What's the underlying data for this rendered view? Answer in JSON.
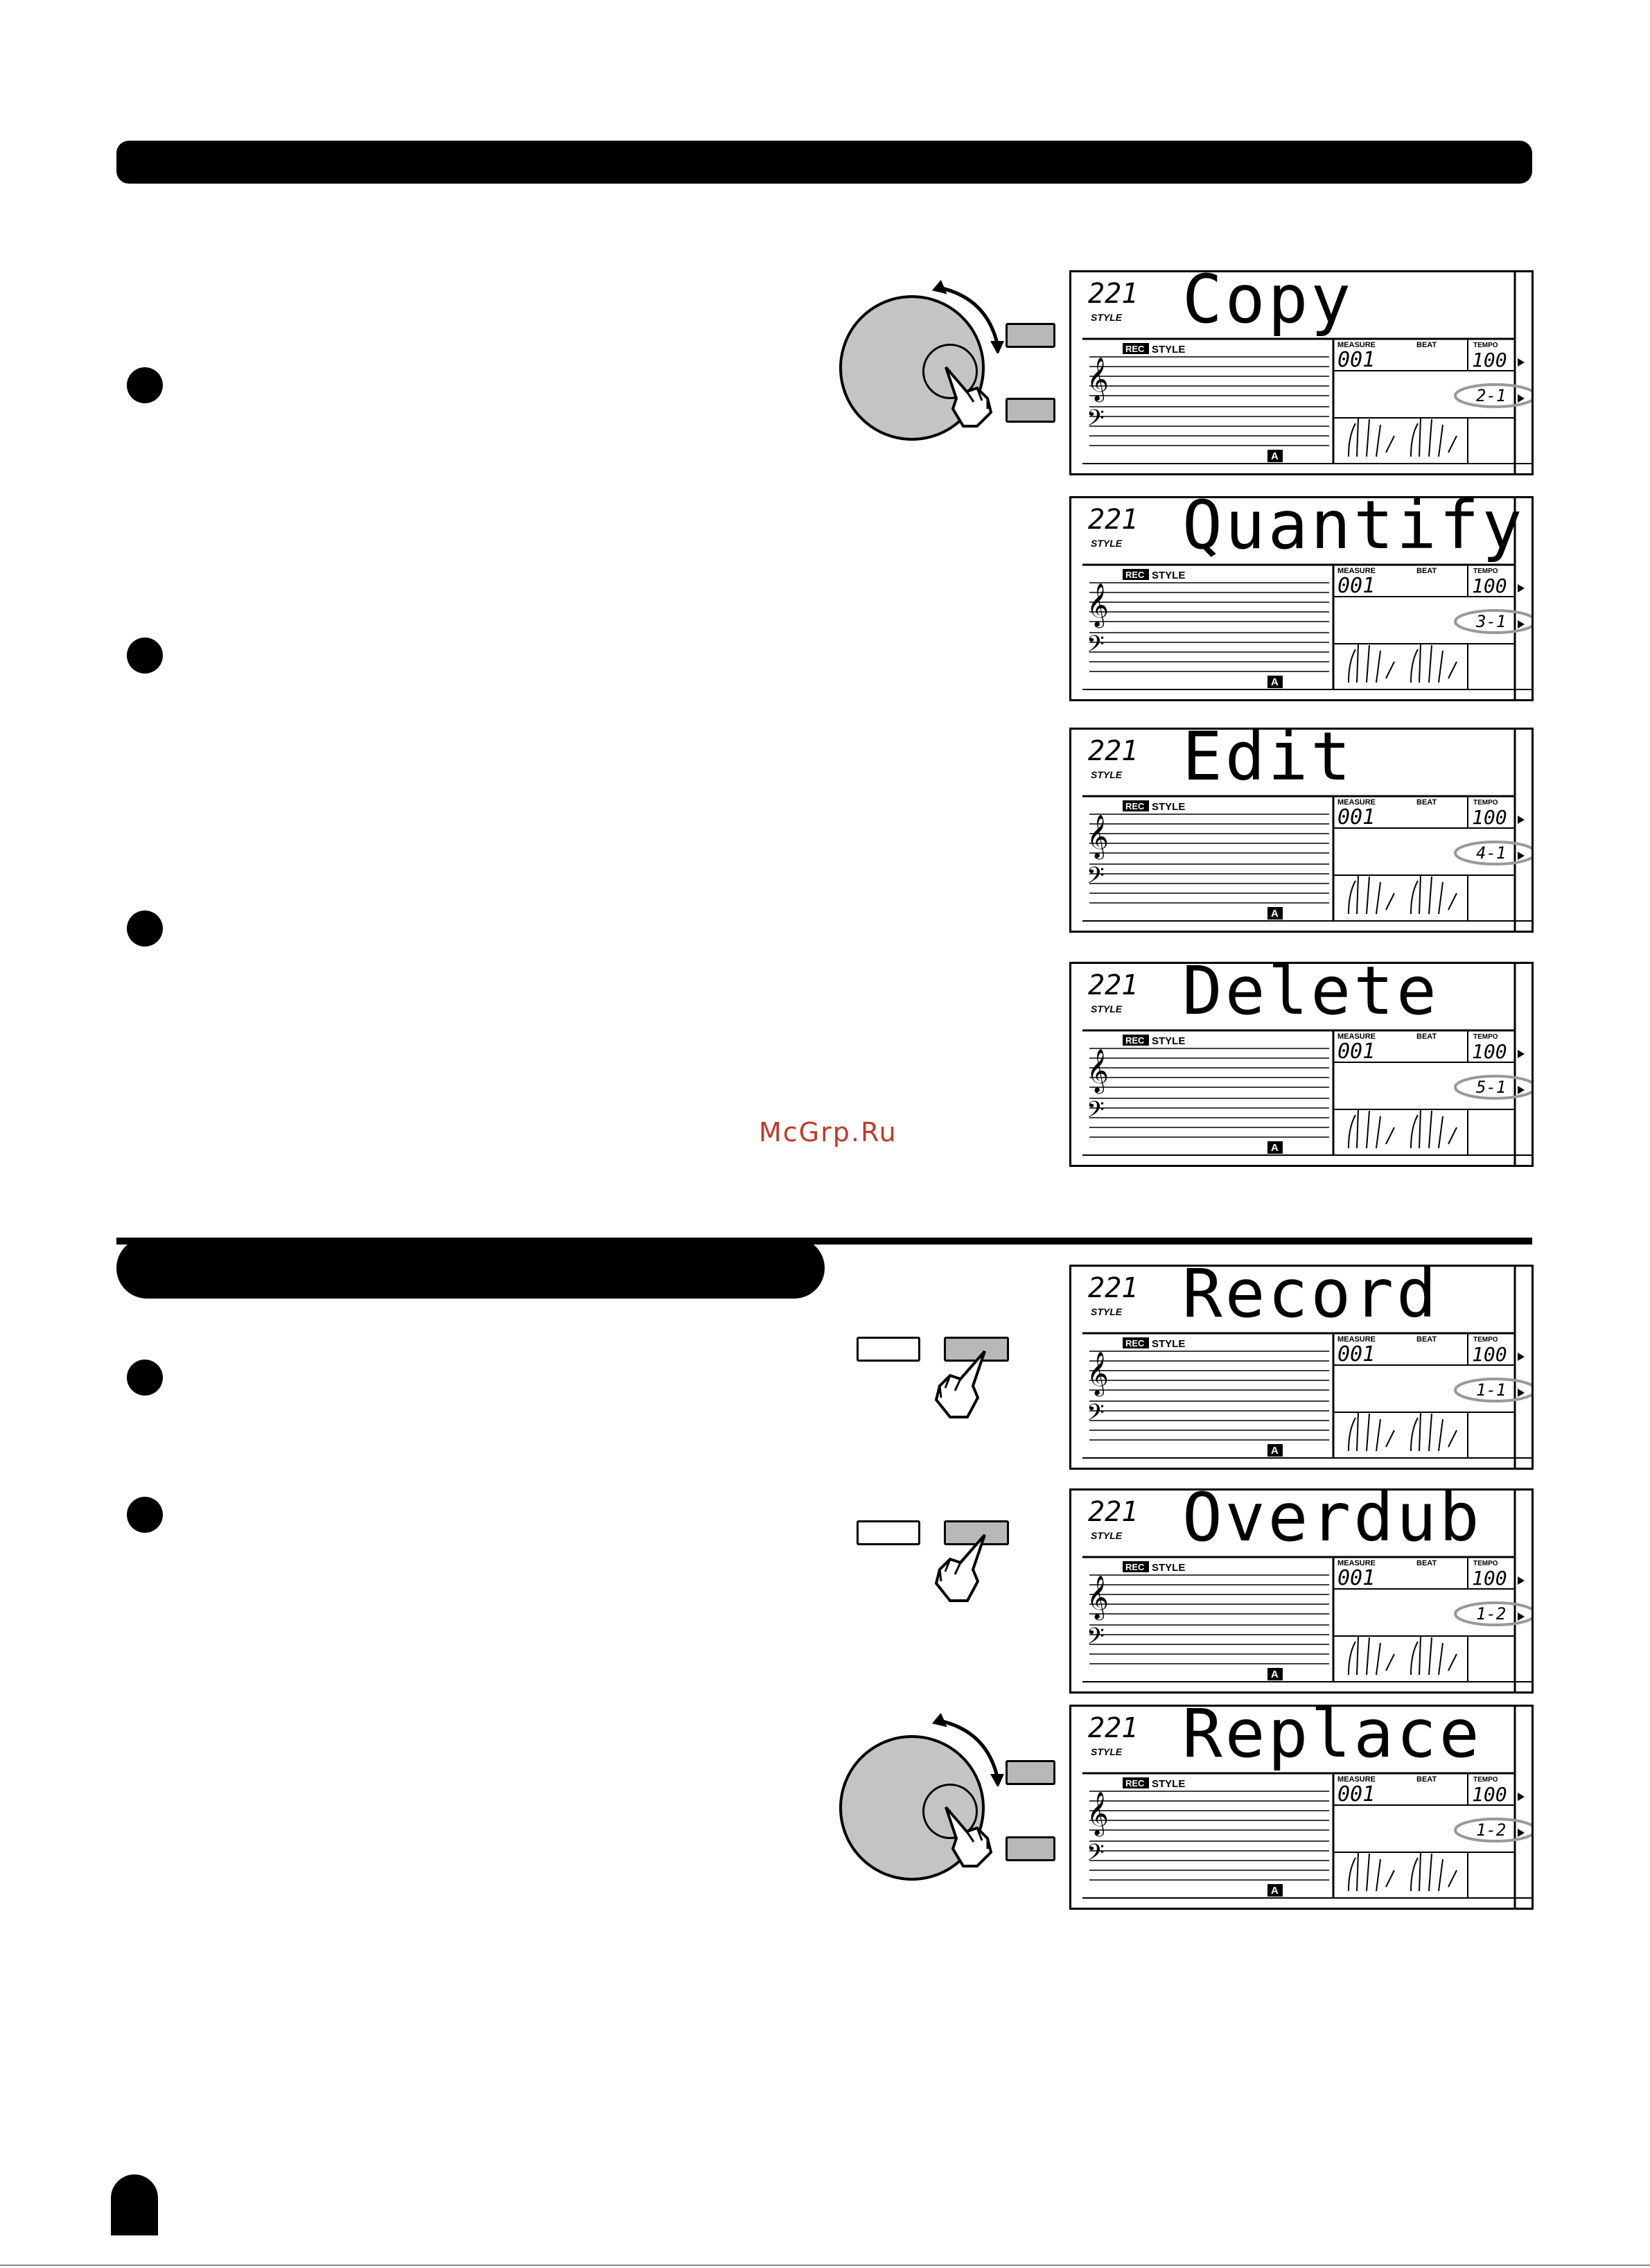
{
  "watermark": "McGrp.Ru",
  "panels": [
    {
      "number": "221",
      "style_label": "STYLE",
      "title": "Copy",
      "rec_label": "REC",
      "rec_style": "STYLE",
      "measure_label": "MEASURE",
      "measure": "001",
      "beat_label": "BEAT",
      "tempo_label": "TEMPO",
      "tempo": "100",
      "track": "2-1",
      "marker": "A"
    },
    {
      "number": "221",
      "style_label": "STYLE",
      "title": "Quantify",
      "rec_label": "REC",
      "rec_style": "STYLE",
      "measure_label": "MEASURE",
      "measure": "001",
      "beat_label": "BEAT",
      "tempo_label": "TEMPO",
      "tempo": "100",
      "track": "3-1",
      "marker": "A"
    },
    {
      "number": "221",
      "style_label": "STYLE",
      "title": "Edit",
      "rec_label": "REC",
      "rec_style": "STYLE",
      "measure_label": "MEASURE",
      "measure": "001",
      "beat_label": "BEAT",
      "tempo_label": "TEMPO",
      "tempo": "100",
      "track": "4-1",
      "marker": "A"
    },
    {
      "number": "221",
      "style_label": "STYLE",
      "title": "Delete",
      "rec_label": "REC",
      "rec_style": "STYLE",
      "measure_label": "MEASURE",
      "measure": "001",
      "beat_label": "BEAT",
      "tempo_label": "TEMPO",
      "tempo": "100",
      "track": "5-1",
      "marker": "A"
    },
    {
      "number": "221",
      "style_label": "STYLE",
      "title": "Record",
      "rec_label": "REC",
      "rec_style": "STYLE",
      "measure_label": "MEASURE",
      "measure": "001",
      "beat_label": "BEAT",
      "tempo_label": "TEMPO",
      "tempo": "100",
      "track": "1-1",
      "marker": "A"
    },
    {
      "number": "221",
      "style_label": "STYLE",
      "title": "Overdub",
      "rec_label": "REC",
      "rec_style": "STYLE",
      "measure_label": "MEASURE",
      "measure": "001",
      "beat_label": "BEAT",
      "tempo_label": "TEMPO",
      "tempo": "100",
      "track": "1-2",
      "marker": "A"
    },
    {
      "number": "221",
      "style_label": "STYLE",
      "title": "Replace",
      "rec_label": "REC",
      "rec_style": "STYLE",
      "measure_label": "MEASURE",
      "measure": "001",
      "beat_label": "BEAT",
      "tempo_label": "TEMPO",
      "tempo": "100",
      "track": "1-2",
      "marker": "A"
    }
  ],
  "icons": {
    "dial": "data-dial-icon",
    "hand": "pointing-hand-icon",
    "arrow": "rotate-arrow-icon",
    "treble": "treble-clef-icon",
    "bass": "bass-clef-icon",
    "hands": "keyboard-hands-icon"
  },
  "colors": {
    "ink": "#000000",
    "control_gray": "#c4c4c4",
    "highlight_ellipse": "#999999",
    "watermark": "#c0392b"
  }
}
